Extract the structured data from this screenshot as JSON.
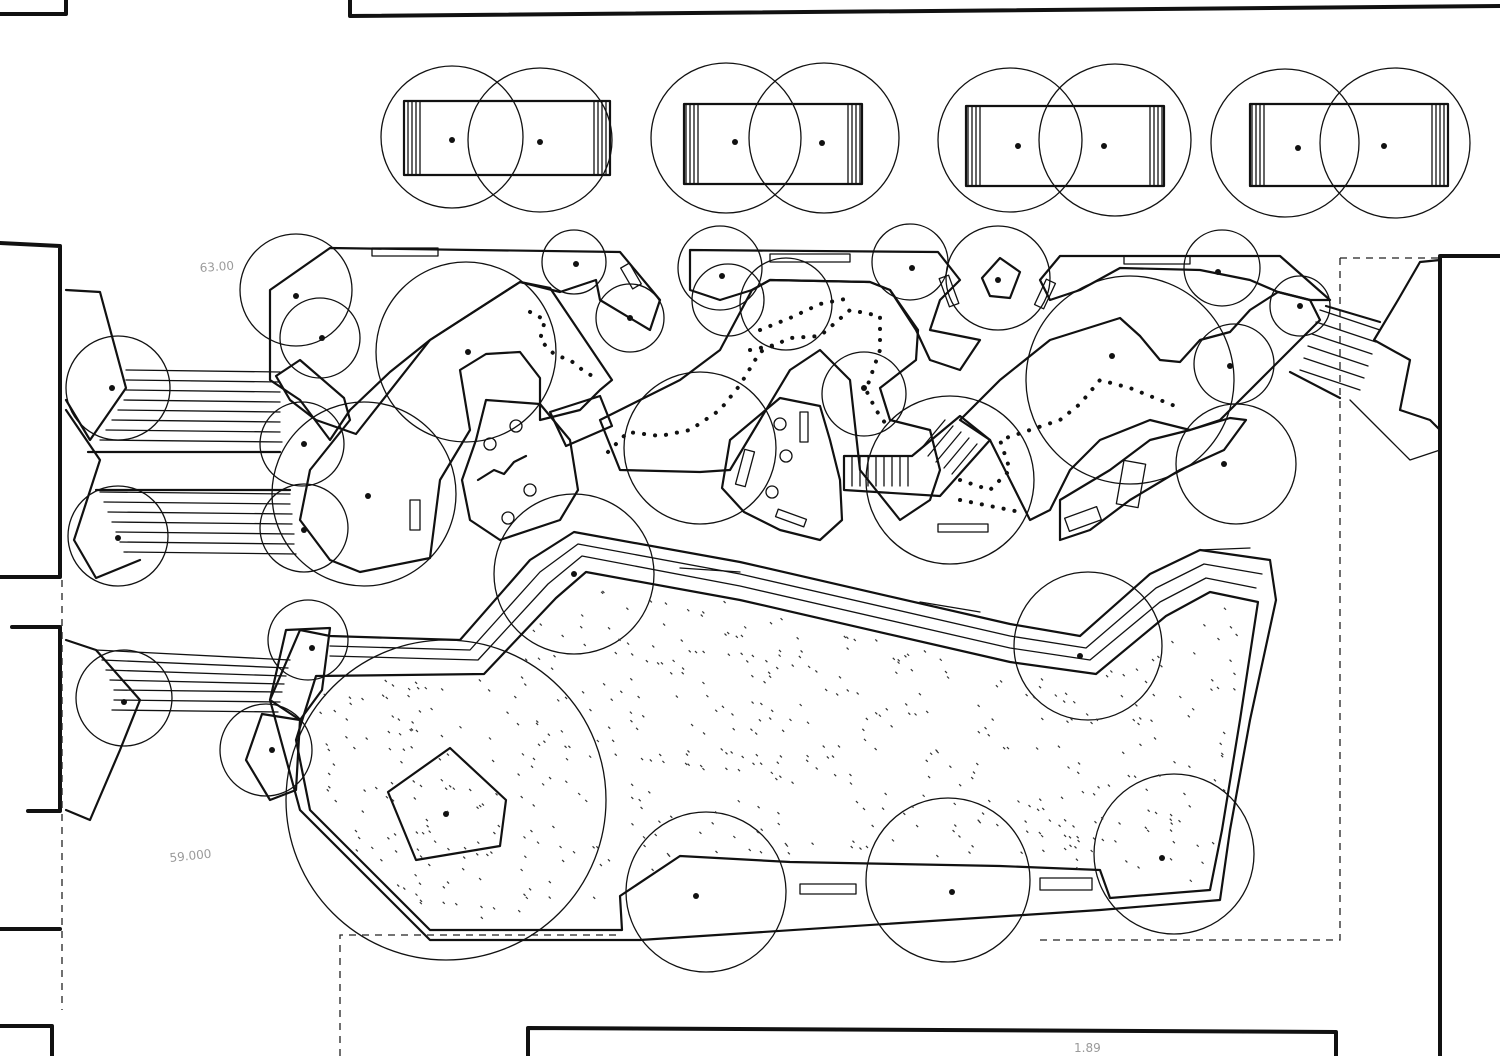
{
  "drawing": {
    "annotations": [
      {
        "id": "note-upper-left",
        "text": "63.00"
      },
      {
        "id": "note-lower-left",
        "text": "59.000"
      },
      {
        "id": "note-bottom",
        "text": "1.89"
      }
    ]
  }
}
